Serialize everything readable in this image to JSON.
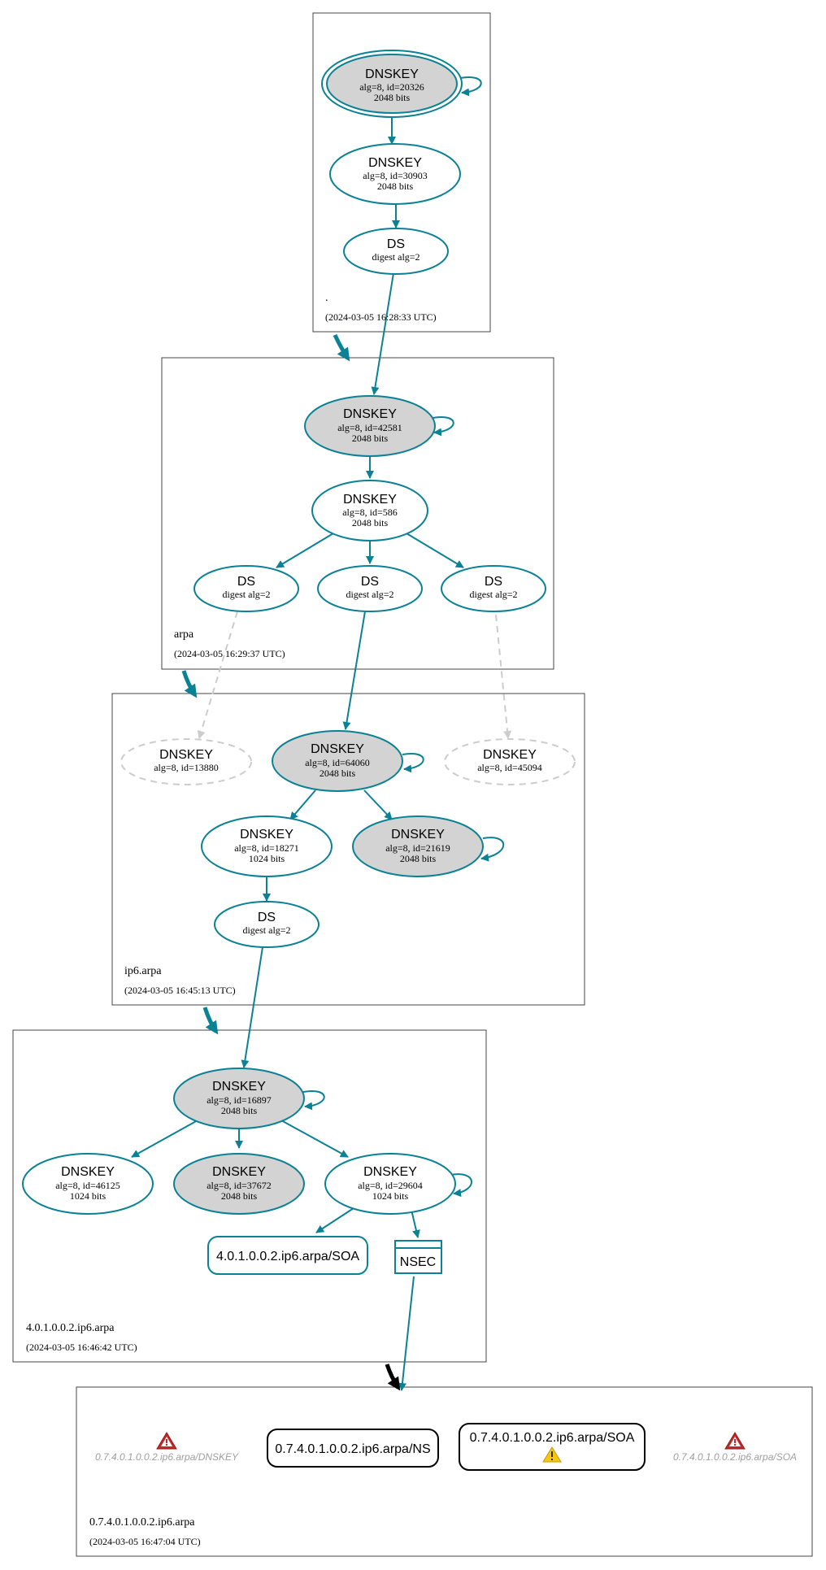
{
  "colors": {
    "edge": "#0a8194",
    "node_fill_ksk": "#d3d3d3",
    "node_border": "#0a8194",
    "insecure": "#cccccc",
    "zone_border": "#444444",
    "delegation_bogus": "#000000",
    "warning_red": "#c62828",
    "warning_yellow": "#f5c518",
    "error_text": "#9e9e9e"
  },
  "zones": {
    "root": {
      "name": ".",
      "timestamp": "(2024-03-05 16:28:33 UTC)",
      "nodes": {
        "ksk": {
          "type": "DNSKEY",
          "detail": "alg=8, id=20326",
          "size": "2048 bits"
        },
        "zsk": {
          "type": "DNSKEY",
          "detail": "alg=8, id=30903",
          "size": "2048 bits"
        },
        "ds": {
          "type": "DS",
          "detail": "digest alg=2"
        }
      }
    },
    "arpa": {
      "name": "arpa",
      "timestamp": "(2024-03-05 16:29:37 UTC)",
      "nodes": {
        "ksk": {
          "type": "DNSKEY",
          "detail": "alg=8, id=42581",
          "size": "2048 bits"
        },
        "zsk": {
          "type": "DNSKEY",
          "detail": "alg=8, id=586",
          "size": "2048 bits"
        },
        "ds1": {
          "type": "DS",
          "detail": "digest alg=2"
        },
        "ds2": {
          "type": "DS",
          "detail": "digest alg=2"
        },
        "ds3": {
          "type": "DS",
          "detail": "digest alg=2"
        }
      }
    },
    "ip6arpa": {
      "name": "ip6.arpa",
      "timestamp": "(2024-03-05 16:45:13 UTC)",
      "nodes": {
        "missing1": {
          "type": "DNSKEY",
          "detail": "alg=8, id=13880"
        },
        "ksk": {
          "type": "DNSKEY",
          "detail": "alg=8, id=64060",
          "size": "2048 bits"
        },
        "missing2": {
          "type": "DNSKEY",
          "detail": "alg=8, id=45094"
        },
        "zsk": {
          "type": "DNSKEY",
          "detail": "alg=8, id=18271",
          "size": "1024 bits"
        },
        "ksk2": {
          "type": "DNSKEY",
          "detail": "alg=8, id=21619",
          "size": "2048 bits"
        },
        "ds": {
          "type": "DS",
          "detail": "digest alg=2"
        }
      }
    },
    "z4010": {
      "name": "4.0.1.0.0.2.ip6.arpa",
      "timestamp": "(2024-03-05 16:46:42 UTC)",
      "nodes": {
        "ksk": {
          "type": "DNSKEY",
          "detail": "alg=8, id=16897",
          "size": "2048 bits"
        },
        "k1": {
          "type": "DNSKEY",
          "detail": "alg=8, id=46125",
          "size": "1024 bits"
        },
        "k2": {
          "type": "DNSKEY",
          "detail": "alg=8, id=37672",
          "size": "2048 bits"
        },
        "k3": {
          "type": "DNSKEY",
          "detail": "alg=8, id=29604",
          "size": "1024 bits"
        },
        "soa": {
          "label": "4.0.1.0.0.2.ip6.arpa/SOA"
        },
        "nsec": {
          "label": "NSEC"
        }
      }
    },
    "z0740": {
      "name": "0.7.4.0.1.0.0.2.ip6.arpa",
      "timestamp": "(2024-03-05 16:47:04 UTC)",
      "nodes": {
        "err1": {
          "label": "0.7.4.0.1.0.0.2.ip6.arpa/DNSKEY"
        },
        "ns": {
          "label": "0.7.4.0.1.0.0.2.ip6.arpa/NS"
        },
        "soa": {
          "label": "0.7.4.0.1.0.0.2.ip6.arpa/SOA"
        },
        "err2": {
          "label": "0.7.4.0.1.0.0.2.ip6.arpa/SOA"
        }
      }
    }
  }
}
